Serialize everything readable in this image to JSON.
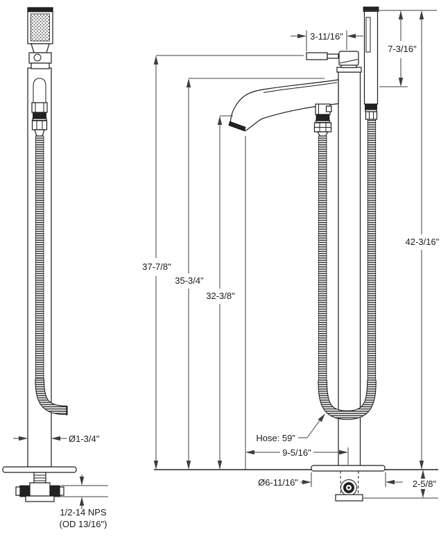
{
  "drawing": {
    "labels": {
      "handle_reach": "3-11/16\"",
      "handshower_height": "7-3/16\"",
      "overall_height": "42-3/16\"",
      "handle_height": "37-7/8\"",
      "spout_top_height": "35-3/4\"",
      "spout_outlet_height": "32-3/8\"",
      "hose_length": "Hose: 59\"",
      "spout_reach": "9-5/16\"",
      "base_diameter": "Ø6-11/16\"",
      "below_floor_depth": "2-5/8\"",
      "column_diameter": "Ø1-3/4\"",
      "inlet_thread": "1/2-14 NPS",
      "inlet_thread_od": "(OD 13/16\")"
    },
    "colors": {
      "line": "#1a1a1a",
      "dimension": "#3d3d3d",
      "background": "#ffffff"
    }
  }
}
